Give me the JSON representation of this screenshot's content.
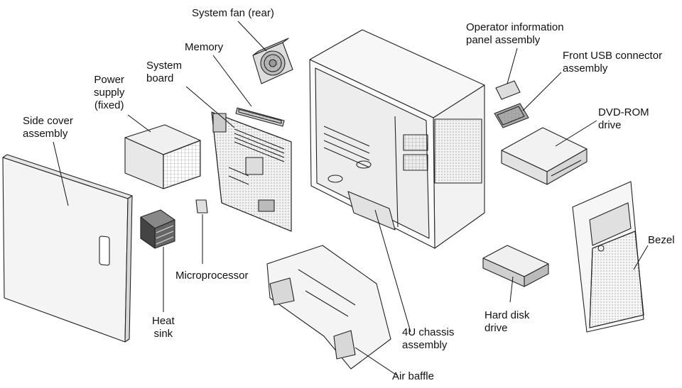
{
  "labels": {
    "system_fan": [
      "System fan (rear)"
    ],
    "memory": [
      "Memory"
    ],
    "system_board": [
      "System",
      "board"
    ],
    "power_supply": [
      "Power",
      "supply",
      "(fixed)"
    ],
    "side_cover": [
      "Side cover",
      "assembly"
    ],
    "microprocessor": [
      "Microprocessor"
    ],
    "heat_sink": [
      "Heat",
      "sink"
    ],
    "operator_panel": [
      "Operator information",
      "panel assembly"
    ],
    "front_usb": [
      "Front USB connector",
      "assembly"
    ],
    "dvd_rom": [
      "DVD-ROM",
      "drive"
    ],
    "bezel": [
      "Bezel"
    ],
    "hard_disk": [
      "Hard disk",
      "drive"
    ],
    "chassis": [
      "4U chassis",
      "assembly"
    ],
    "air_baffle": [
      "Air baffle"
    ]
  }
}
